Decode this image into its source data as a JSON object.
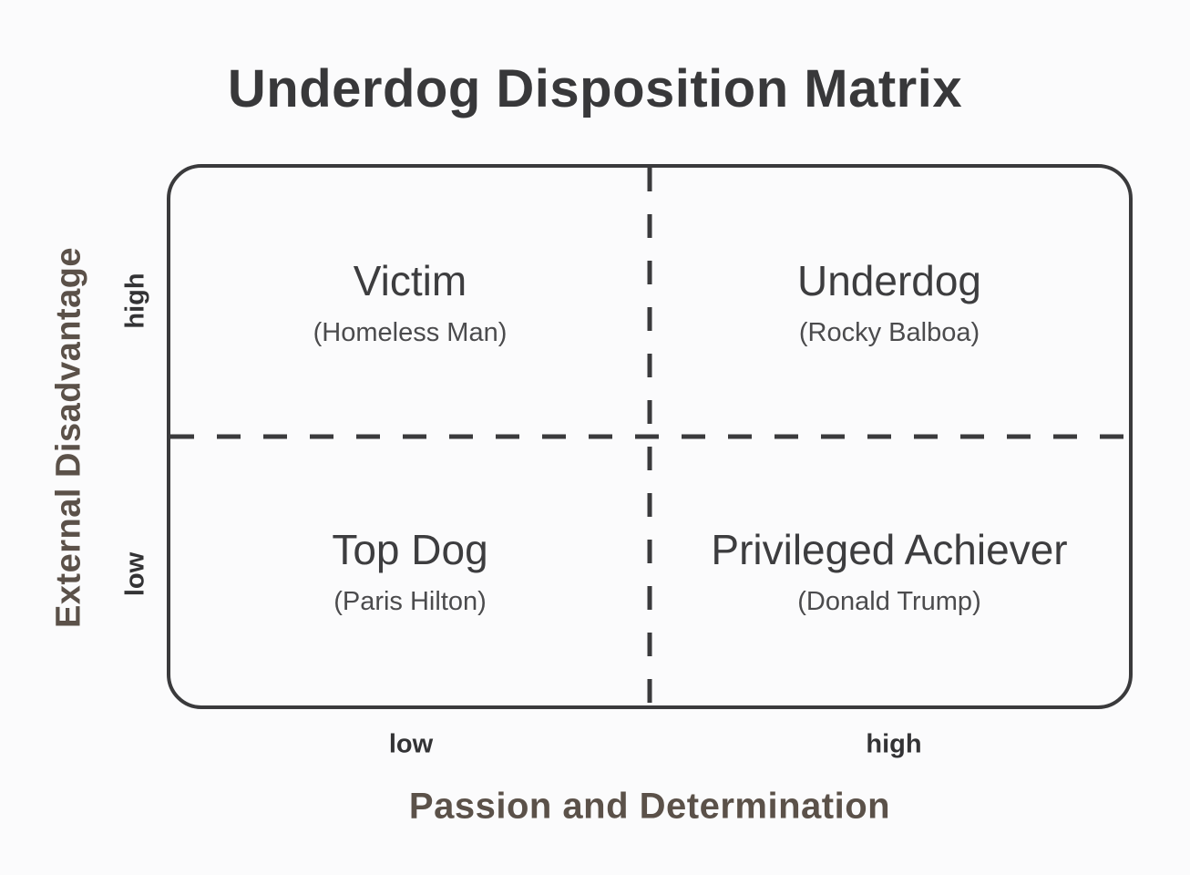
{
  "title": "Underdog Disposition Matrix",
  "y_axis": {
    "label": "External Disadvantage",
    "tick_top": "high",
    "tick_bottom": "low"
  },
  "x_axis": {
    "label": "Passion and Determination",
    "tick_left": "low",
    "tick_right": "high"
  },
  "quadrants": {
    "top_left": {
      "name": "Victim",
      "example": "(Homeless Man)"
    },
    "top_right": {
      "name": "Underdog",
      "example": "(Rocky Balboa)"
    },
    "bottom_left": {
      "name": "Top Dog",
      "example": "(Paris Hilton)"
    },
    "bottom_right": {
      "name": "Privileged Achiever",
      "example": "(Donald Trump)"
    }
  },
  "colors": {
    "background": "#fbfbfc",
    "border_and_dashes": "#3a3a3c",
    "title_text": "#38383a",
    "quadrant_name_text": "#3d3d3f",
    "quadrant_example_text": "#4b4b4d",
    "tick_text": "#333335",
    "axis_label_text": "#5b5149"
  }
}
